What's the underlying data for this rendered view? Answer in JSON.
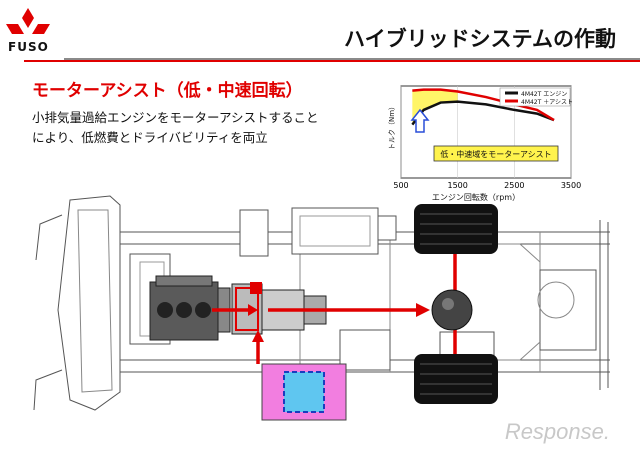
{
  "header": {
    "brand": "FUSO",
    "title": "ハイブリッドシステムの作動"
  },
  "section": {
    "heading": "モーターアシスト（低・中速回転）",
    "description_lines": [
      "小排気量過給エンジンをモーターアシストすること",
      "により、低燃費とドライバビリティを両立"
    ]
  },
  "chart_data": {
    "type": "line",
    "title": "",
    "xlabel": "エンジン回転数（rpm）",
    "ylabel": "トルク（Nm）",
    "xlim": [
      500,
      3500
    ],
    "x_ticks": [
      500,
      1500,
      2500,
      3500
    ],
    "annotation": "低・中速域をモーターアシスト",
    "series": [
      {
        "name": "4M42T エンジン",
        "color": "#111111",
        "x": [
          700,
          900,
          1200,
          1500,
          2000,
          2500,
          2900,
          3200
        ],
        "y": [
          0.58,
          0.74,
          0.82,
          0.83,
          0.8,
          0.74,
          0.7,
          0.63
        ]
      },
      {
        "name": "4M42T ＋アシスト",
        "color": "#e00000",
        "x": [
          700,
          900,
          1200,
          1500,
          2000,
          2500,
          2900,
          3200
        ],
        "y": [
          0.95,
          0.96,
          0.96,
          0.94,
          0.88,
          0.8,
          0.74,
          0.63
        ]
      }
    ],
    "legend_position": "top-right"
  },
  "watermark": "Response."
}
